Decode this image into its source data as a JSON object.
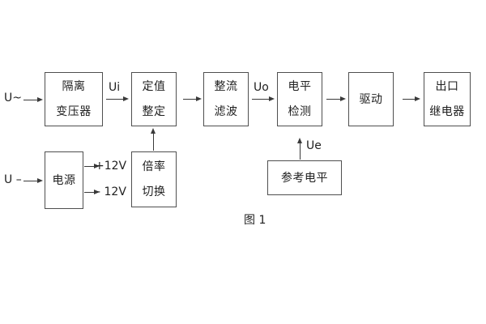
{
  "figure": {
    "caption": "图 1",
    "type": "block-diagram",
    "colors": {
      "background": "#ffffff",
      "line": "#3a3a3a",
      "box_border": "#4f4f4f",
      "text": "#1f1f1f"
    }
  },
  "blocks": [
    {
      "name": "isolation-transformer",
      "lines": [
        "隔离",
        "变压器"
      ]
    },
    {
      "name": "setting-adjustment",
      "lines": [
        "定值",
        "整定"
      ]
    },
    {
      "name": "rectifier-filter",
      "lines": [
        "整流",
        "滤波"
      ]
    },
    {
      "name": "level-detection",
      "lines": [
        "电平",
        "检测"
      ]
    },
    {
      "name": "driver",
      "lines": [
        "驱动"
      ]
    },
    {
      "name": "output-relay",
      "lines": [
        "出口",
        "继电器"
      ]
    },
    {
      "name": "power-supply",
      "lines": [
        "电源"
      ]
    },
    {
      "name": "ratio-switching",
      "lines": [
        "倍率",
        "切换"
      ]
    },
    {
      "name": "reference-level",
      "lines": [
        "参考电平"
      ]
    }
  ],
  "labels": {
    "u_ac": "U~",
    "u_dc": "U –",
    "ui": "Ui",
    "uo": "Uo",
    "ue": "Ue",
    "rail_pos": "+12V",
    "rail_neg": "- 12V"
  }
}
